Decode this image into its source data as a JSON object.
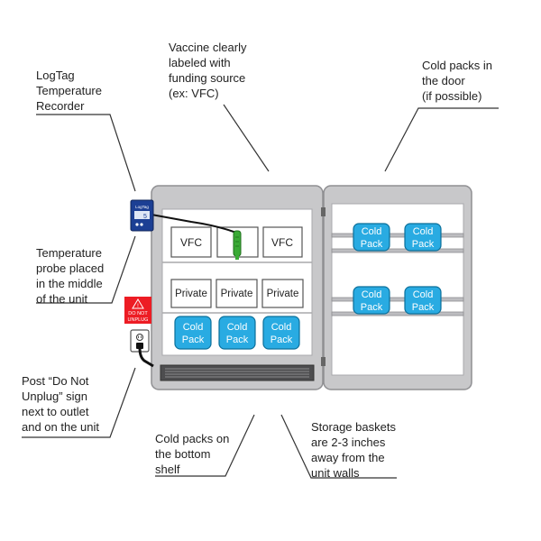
{
  "labels": {
    "logtag": "LogTag\nTemperature\nRecorder",
    "vaccine": "Vaccine clearly\nlabeled with\nfunding source\n(ex: VFC)",
    "door_packs": "Cold packs in\nthe door\n(if possible)",
    "probe": "Temperature\nprobe placed\nin the middle\nof the unit",
    "unplug": "Post “Do Not\nUnplug” sign\nnext to outlet\nand on the unit",
    "bottom_packs": "Cold packs on\nthe bottom\nshelf",
    "baskets": "Storage baskets\nare 2-3 inches\naway from the\nunit walls"
  },
  "device": {
    "brand": "LogTag",
    "screen": "5"
  },
  "sign": {
    "line1": "DO NOT",
    "line2": "UNPLUG"
  },
  "shelves": {
    "top": [
      "VFC",
      "",
      "VFC"
    ],
    "middle": [
      "Private",
      "Private",
      "Private"
    ]
  },
  "cold_pack": {
    "line1": "Cold",
    "line2": "Pack"
  },
  "colors": {
    "cabinet": "#c8c8ca",
    "interior": "#ffffff",
    "cold_pack": "#29abe2",
    "probe": "#3aaa35",
    "sign": "#ed1c24",
    "logtag": "#1c3f94"
  }
}
